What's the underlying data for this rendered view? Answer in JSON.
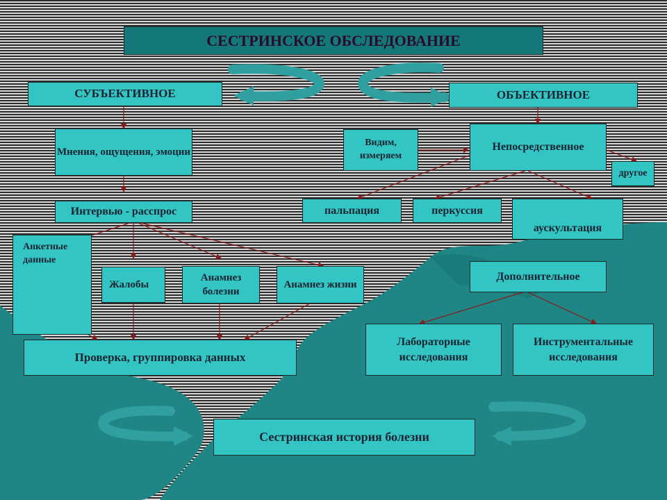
{
  "title": "СЕСТРИНСКОЕ ОБСЛЕДОВАНИЕ",
  "subjective": {
    "label": "СУБЪЕКТИВНОЕ",
    "opinions": "Мнения, ощущения, эмоции",
    "interview": "Интервью - расспрос",
    "questionnaire": "Анкетные данные",
    "complaints": "Жалобы",
    "disease_history": "Анамнез болезни",
    "life_history": "Анамнез жизни",
    "verification": "Проверка, группировка данных"
  },
  "objective": {
    "label": "ОБЪЕКТИВНОЕ",
    "see_measure": "Видим, измеряем",
    "direct": "Непосредственное",
    "other": "другое",
    "palpation": "пальпация",
    "percussion": "перкуссия",
    "auscultation": "аускультация",
    "additional": "Дополнительное",
    "lab": "Лабораторные исследования",
    "instrumental": "Инструментальные исследования"
  },
  "result": "Сестринская история болезни",
  "colors": {
    "box_fill": "#33c4c4",
    "title_fill": "#147878",
    "title_text": "#2a0a2a",
    "box_text": "#1a2430",
    "connector": "#8b1a1a",
    "hands": "#1f8585",
    "arrows_swirl": "#33b5b5"
  }
}
